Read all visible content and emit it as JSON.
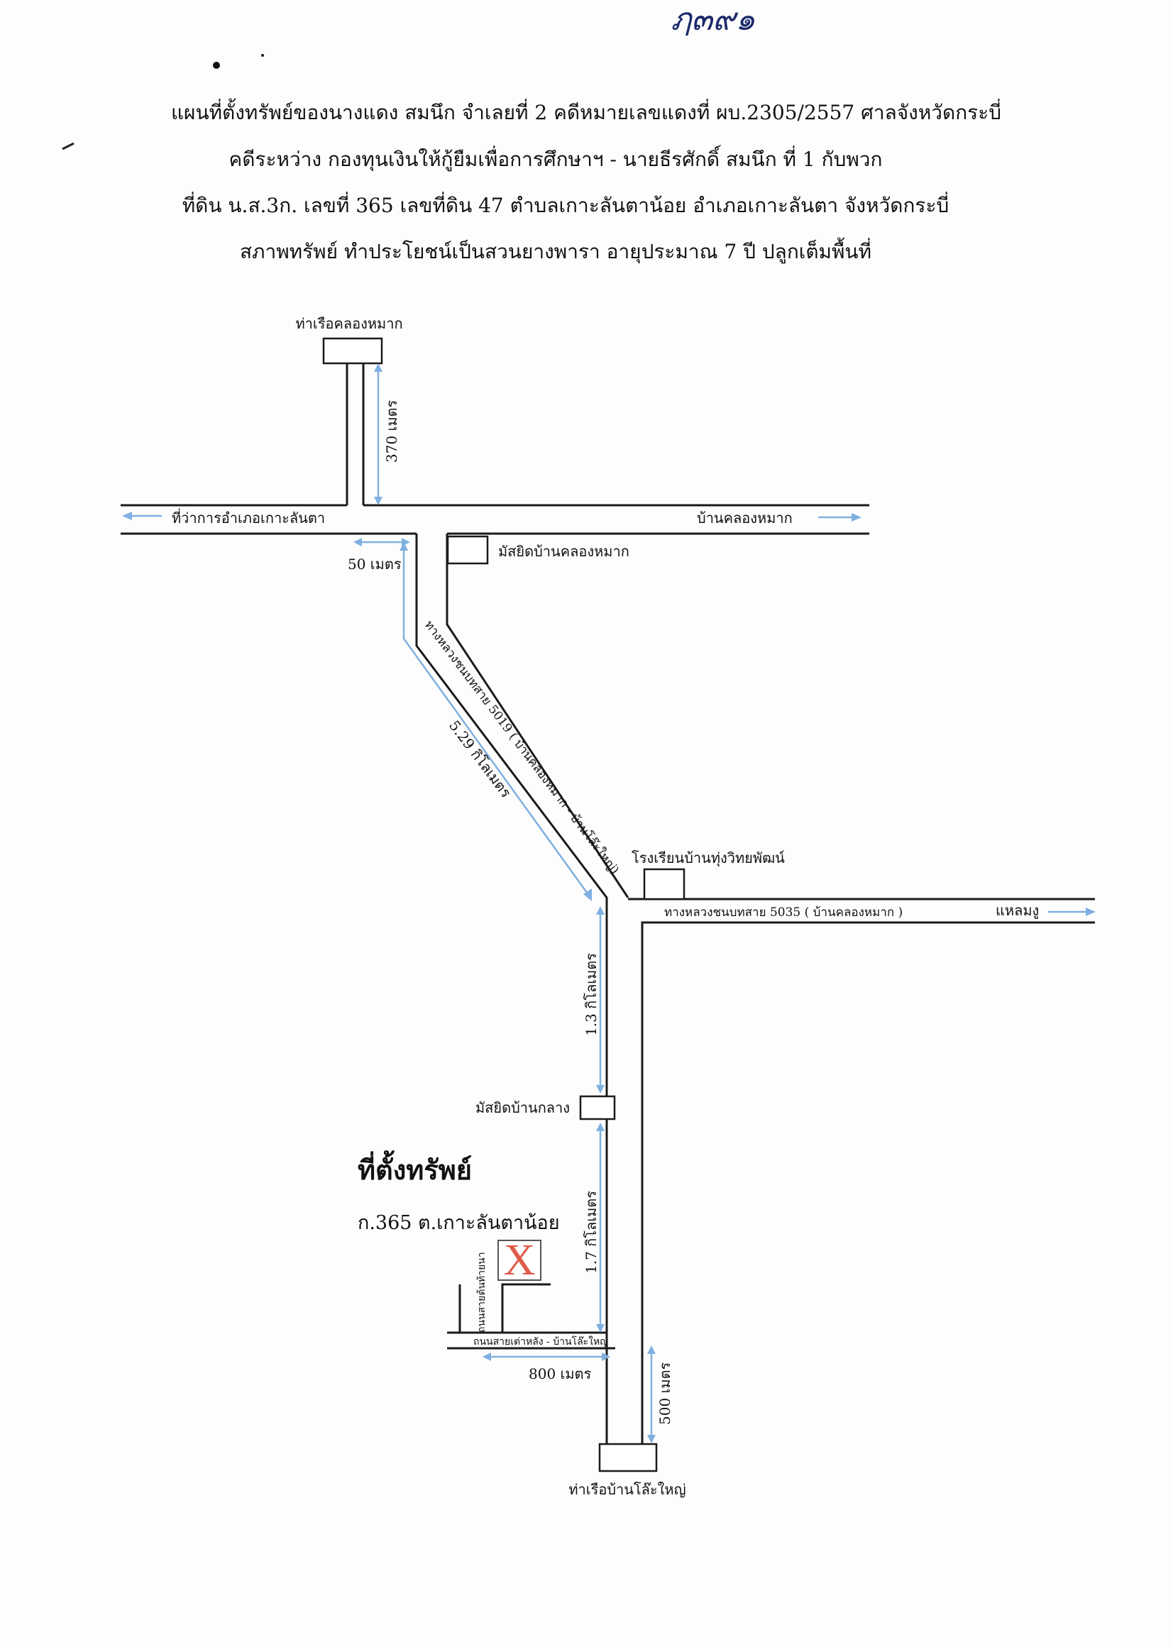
{
  "handwritten_number": "ฦ๓๙๑",
  "header": {
    "line1": "แผนที่ตั้งทรัพย์ของนางแดง  สมนึก  จำเลยที่ 2 คดีหมายเลขแดงที่ ผบ.2305/2557  ศาลจังหวัดกระบี่",
    "line2": "คดีระหว่าง  กองทุนเงินให้กู้ยืมเพื่อการศึกษาฯ  - นายธีรศักดิ์  สมนึก  ที่ 1 กับพวก",
    "line3": "ที่ดิน น.ส.3ก. เลขที่ 365 เลขที่ดิน 47 ตำบลเกาะลันตาน้อย  อำเภอเกาะลันตา  จังหวัดกระบี่",
    "line4": "สภาพทรัพย์  ทำประโยชน์เป็นสวนยางพารา อายุประมาณ  7 ปี ปลูกเต็มพื้นที่"
  },
  "places": {
    "pier_khlong_mak": "ท่าเรือคลองหมาก",
    "district_office": "ที่ว่าการอำเภอเกาะลันตา",
    "ban_khlong_mak": "บ้านคลองหมาก",
    "mosque_khlong_mak": "มัสยิดบ้านคลองหมาก",
    "school": "โรงเรียนบ้านทุ่งวิทยพัฒน์",
    "laem_ngu": "แหลมงู",
    "mosque_klang": "มัสยิดบ้านกลาง",
    "pier_lo_yai": "ท่าเรือบ้านโล๊ะใหญ่"
  },
  "roads": {
    "road_5019": "ทางหลวงชนบทสาย 5019 ( บ้านคลองหมาก - บ้านโล๊ะใหญ่)",
    "road_5035": "ทางหลวงชนบทสาย 5035 ( บ้านคลองหมาก )",
    "road_tae_lang": "ถนนสายเต่าหลัง - บ้านโล๊ะใหญ่",
    "road_tonthai": "ถนนสายต้นท้ายนา"
  },
  "distances": {
    "d370": "370 เมตร",
    "d50": "50 เมตร",
    "d529": "5.29 กิโลเมตร",
    "d13": "1.3 กิโลเมตร",
    "d17": "1.7 กิโลเมตร",
    "d800": "800 เมตร",
    "d500": "500 เมตร"
  },
  "property": {
    "title": "ที่ตั้งทรัพย์",
    "subtitle": "ก.365  ต.เกาะลันตาน้อย",
    "marker": "X"
  },
  "colors": {
    "dimension": "#7fb0e0",
    "marker": "#e05a4a",
    "handwriting": "#1c2a6b"
  }
}
